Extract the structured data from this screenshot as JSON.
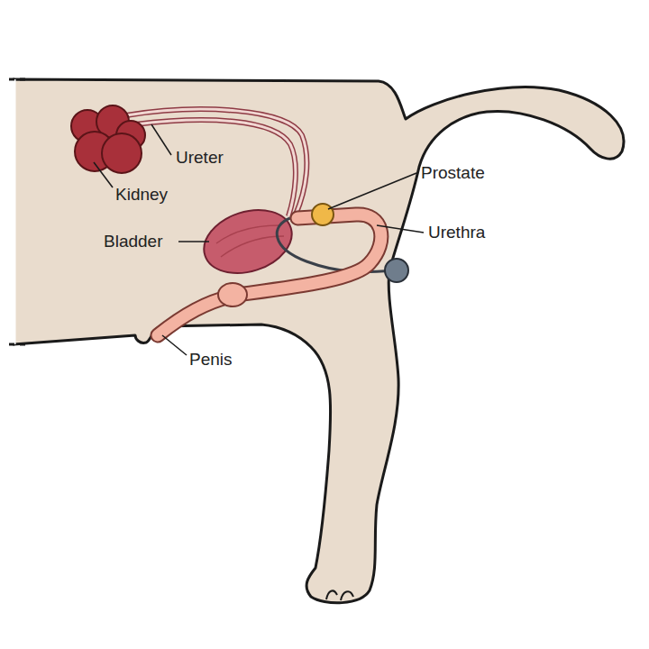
{
  "diagram": {
    "labels": [
      "Ureter",
      "Kidney",
      "Bladder",
      "Prostate",
      "Urethra",
      "Penis"
    ]
  }
}
